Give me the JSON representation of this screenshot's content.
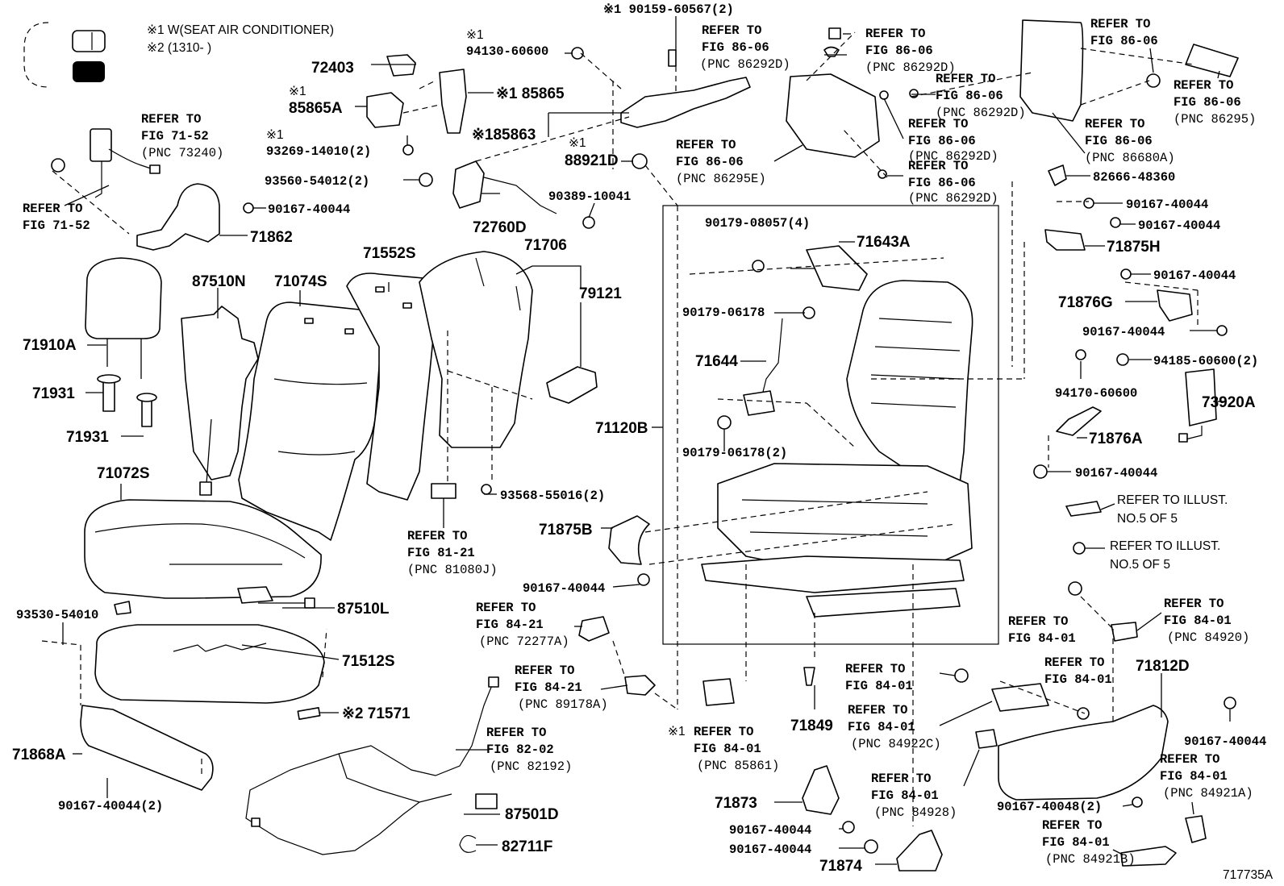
{
  "legend": {
    "w_label": "※1 W(SEAT AIR CONDITIONER)",
    "x2_label": "※2 (1310-        )"
  },
  "figure_id": "717735A",
  "refer_to": "REFER TO",
  "labels": {
    "p90159": "※1 90159-60567(2)",
    "p94130_x": "※1",
    "p94130": "94130-60600",
    "p72403": "72403",
    "p85865A_x": "※1",
    "p85865A": "85865A",
    "p85865": "※1 85865",
    "p85863": "※185863",
    "p93269_x": "※1",
    "p93269": "93269-14010(2)",
    "p88921D_x": "※1",
    "p88921D": "88921D",
    "p93560": "93560-54012(2)",
    "p90389": "90389-10041",
    "p72760D": "72760D",
    "p90167_a": "90167-40044",
    "p71862": "71862",
    "p87510N": "87510N",
    "p71074S": "71074S",
    "p71552S": "71552S",
    "p71706": "71706",
    "p79121": "79121",
    "p71910A": "71910A",
    "p71931a": "71931",
    "p71931b": "71931",
    "p71072S": "71072S",
    "p93568": "93568-55016(2)",
    "p71875B": "71875B",
    "p90167_b": "90167-40044",
    "p87510L": "87510L",
    "p93530": "93530-54010",
    "p71512S": "71512S",
    "p71571": "※2 71571",
    "p71868A": "71868A",
    "p90167_c": "90167-40044(2)",
    "p87501D": "87501D",
    "p82711F": "82711F",
    "p90179_4": "90179-08057(4)",
    "p71643A": "71643A",
    "p90179_a": "90179-06178",
    "p71644": "71644",
    "p90179_2": "90179-06178(2)",
    "p71120B": "71120B",
    "p71849": "71849",
    "p71873": "71873",
    "p90167_d": "90167-40044",
    "p90167_e": "90167-40044",
    "p71874": "71874",
    "p82666": "82666-48360",
    "p90167_f": "90167-40044",
    "p90167_g": "90167-40044",
    "p71875H": "71875H",
    "p90167_h": "90167-40044",
    "p71876G": "71876G",
    "p90167_i": "90167-40044",
    "p94185": "94185-60600(2)",
    "p94170": "94170-60600",
    "p73920A": "73920A",
    "p71876A": "71876A",
    "p90167_j": "90167-40044",
    "p71812D": "71812D",
    "p90167_k": "90167-40044",
    "p90167_48": "90167-40048(2)",
    "x1_85861": "※1"
  },
  "refs": {
    "r7152a": {
      "fig": "FIG 71-52",
      "pnc": "(PNC 73240)"
    },
    "r7152b": {
      "fig": "FIG 71-52"
    },
    "r8606a": {
      "fig": "FIG 86-06",
      "pnc": "(PNC 86292D)"
    },
    "r8606b": {
      "fig": "FIG 86-06",
      "pnc": "(PNC 86292D)"
    },
    "r8606c": {
      "fig": "FIG 86-06",
      "pnc": "(PNC 86292D)"
    },
    "r8606d": {
      "fig": "FIG 86-06",
      "pnc": "(PNC 86292D)"
    },
    "r8606e": {
      "fig": "FIG 86-06",
      "pnc": "(PNC 86292D)"
    },
    "r8606f": {
      "fig": "FIG 86-06",
      "pnc": "(PNC 86295E)"
    },
    "r8606g": {
      "fig": "FIG 86-06"
    },
    "r8606h": {
      "fig": "FIG 86-06",
      "pnc": "(PNC 86295)"
    },
    "r8606i": {
      "fig": "FIG 86-06",
      "pnc": "(PNC 86680A)"
    },
    "r8121": {
      "fig": "FIG 81-21",
      "pnc": "(PNC 81080J)"
    },
    "r8421a": {
      "fig": "FIG 84-21",
      "pnc": "(PNC 72277A)"
    },
    "r8421b": {
      "fig": "FIG 84-21",
      "pnc": "(PNC 89178A)"
    },
    "r8202": {
      "fig": "FIG 82-02",
      "pnc": "(PNC 82192)"
    },
    "r8401a": {
      "fig": "FIG 84-01",
      "pnc": "(PNC 85861)"
    },
    "r8401b": {
      "fig": "FIG 84-01"
    },
    "r8401c": {
      "fig": "FIG 84-01",
      "pnc": "(PNC 84922C)"
    },
    "r8401d": {
      "fig": "FIG 84-01",
      "pnc": "(PNC 84928)"
    },
    "r8401e": {
      "fig": "FIG 84-01"
    },
    "r8401f": {
      "fig": "FIG 84-01",
      "pnc": "(PNC 84920)"
    },
    "r8401g": {
      "fig": "FIG 84-01"
    },
    "r8401h": {
      "fig": "FIG 84-01",
      "pnc": "(PNC 84921A)"
    },
    "r8401i": {
      "fig": "FIG 84-01",
      "pnc": "(PNC 84921B)"
    }
  },
  "illust": {
    "line1": "REFER TO ILLUST.",
    "line2": "NO.5 OF 5"
  }
}
